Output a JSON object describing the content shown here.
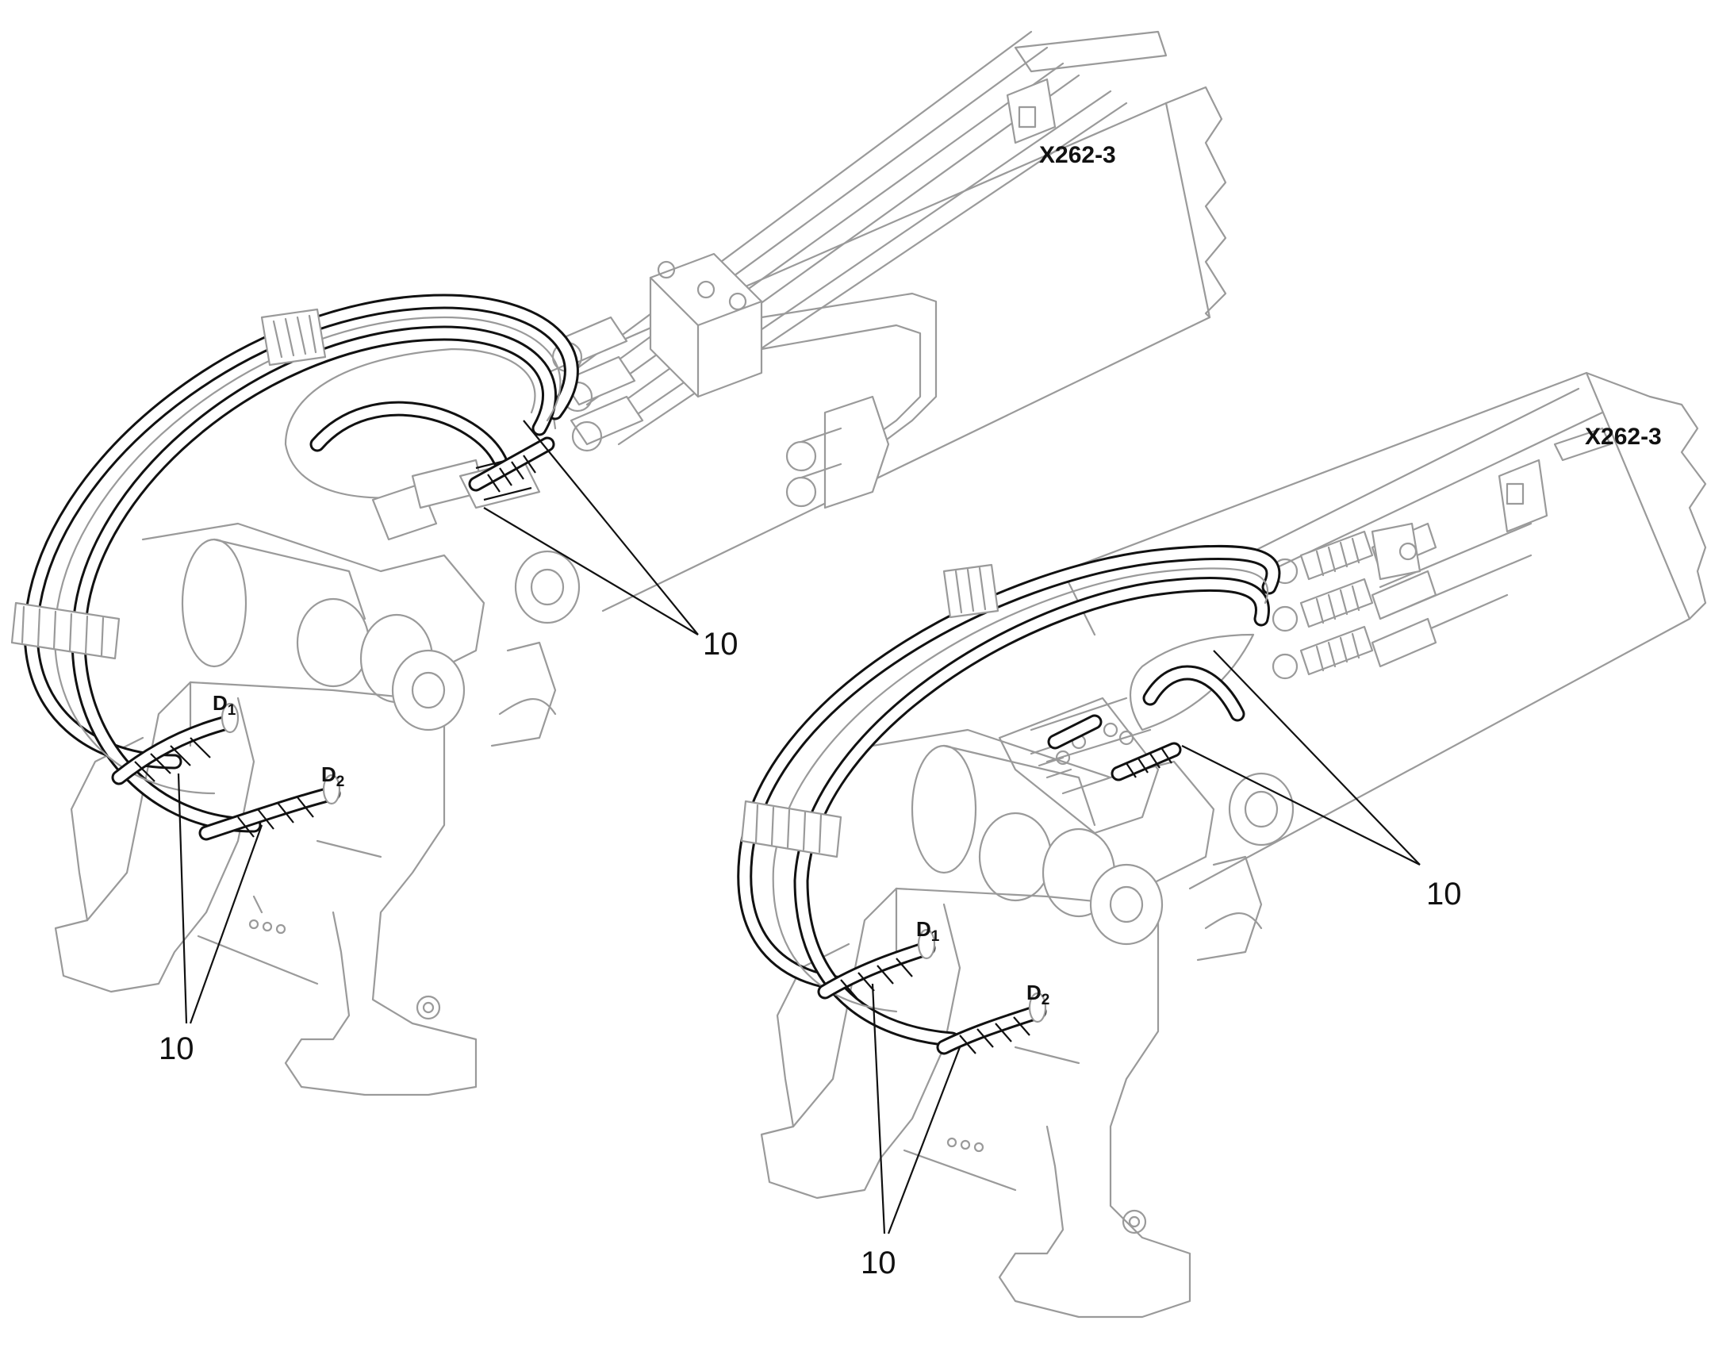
{
  "figures": [
    {
      "id": "left",
      "connector_label": "X262-3",
      "port_d1": {
        "main": "D",
        "sub": "1"
      },
      "port_d2": {
        "main": "D",
        "sub": "2"
      },
      "callout_hoses": "10",
      "callout_ports": "10"
    },
    {
      "id": "right",
      "connector_label": "X262-3",
      "port_d1": {
        "main": "D",
        "sub": "1"
      },
      "port_d2": {
        "main": "D",
        "sub": "2"
      },
      "callout_hoses": "10",
      "callout_ports": "10"
    }
  ],
  "colors": {
    "linework": "#9a9a9a",
    "highlight": "#111111",
    "background": "#ffffff"
  }
}
